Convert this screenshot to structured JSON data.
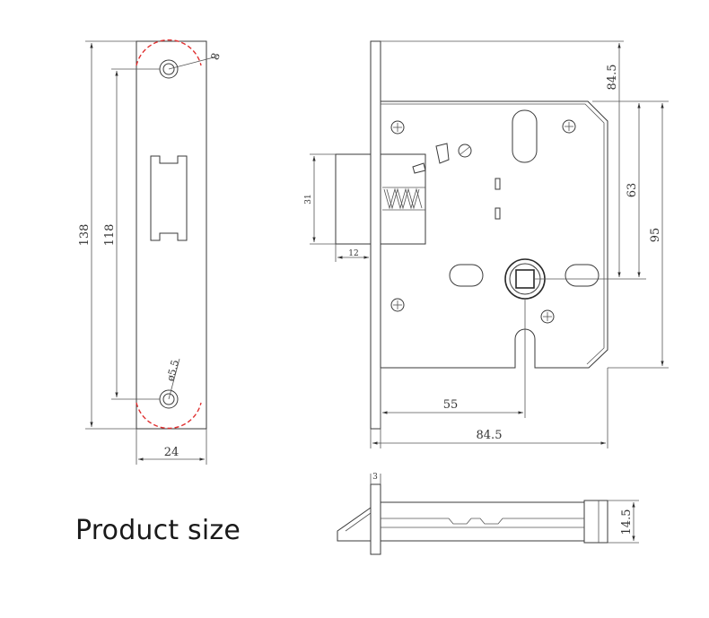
{
  "caption": "Product size",
  "front_plate": {
    "length": "138",
    "hole_spacing": "118",
    "width": "24",
    "top_hole": "8",
    "bottom_hole": "ø5.5"
  },
  "lock_body": {
    "latch_height": "31",
    "latch_projection": "12",
    "top_offset": "84.5",
    "mid_height": "63",
    "body_height": "95",
    "backset": "55",
    "body_width": "84.5"
  },
  "bolt_view": {
    "plate_thickness": "3",
    "bolt_height": "14.5"
  }
}
